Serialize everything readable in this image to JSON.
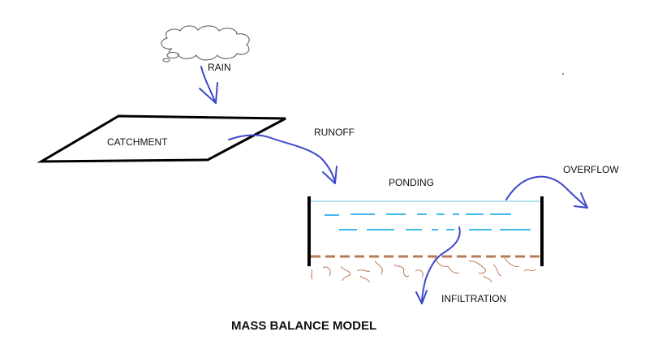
{
  "diagram": {
    "title": "MASS BALANCE MODEL",
    "labels": {
      "rain": "RAIN",
      "catchment": "CATCHMENT",
      "runoff": "RUNOFF",
      "ponding": "PONDING",
      "overflow": "OVERFLOW",
      "infiltration": "INFILTRATION"
    },
    "colors": {
      "arrow": "#3f48cc",
      "water_surface": "#99d9ea",
      "water_dash": "#00a2e8",
      "soil": "#b97a57",
      "outline": "#000000"
    },
    "icons": {
      "cloud": "cloud-icon"
    }
  }
}
